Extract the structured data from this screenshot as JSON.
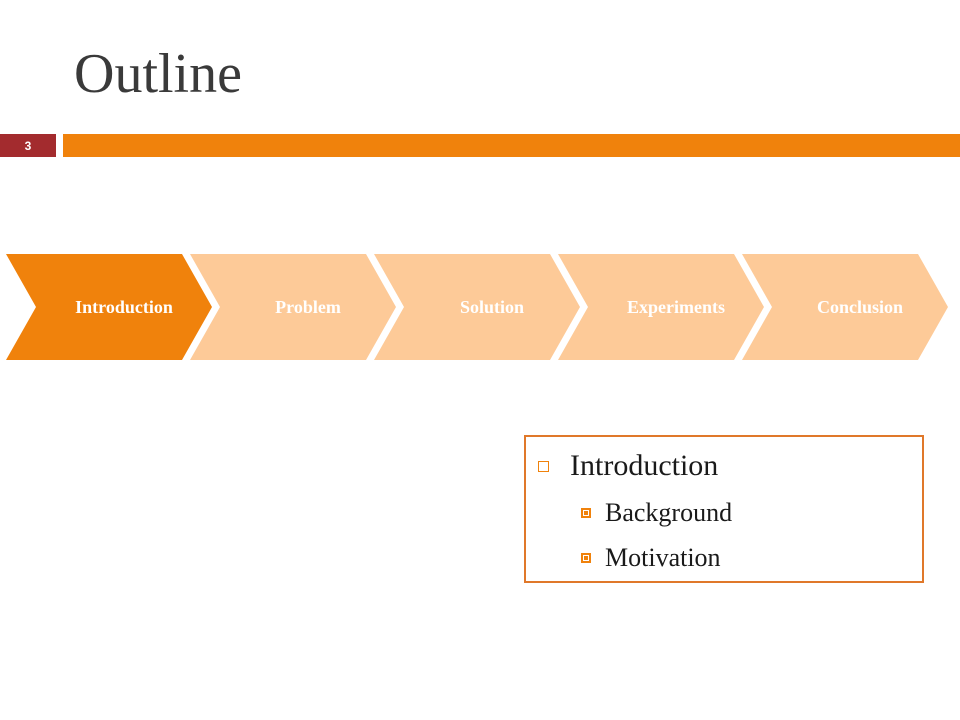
{
  "slide": {
    "title": "Outline",
    "number": "3"
  },
  "colors": {
    "accent": "#f0820c",
    "accent_light": "#fdca98",
    "slide_number_bg": "#a32b2e"
  },
  "process": {
    "active_index": 0,
    "steps": [
      {
        "label": "Introduction"
      },
      {
        "label": "Problem"
      },
      {
        "label": "Solution"
      },
      {
        "label": "Experiments"
      },
      {
        "label": "Conclusion"
      }
    ]
  },
  "outline": {
    "topic": "Introduction",
    "subtopics": [
      "Background",
      "Motivation"
    ]
  }
}
